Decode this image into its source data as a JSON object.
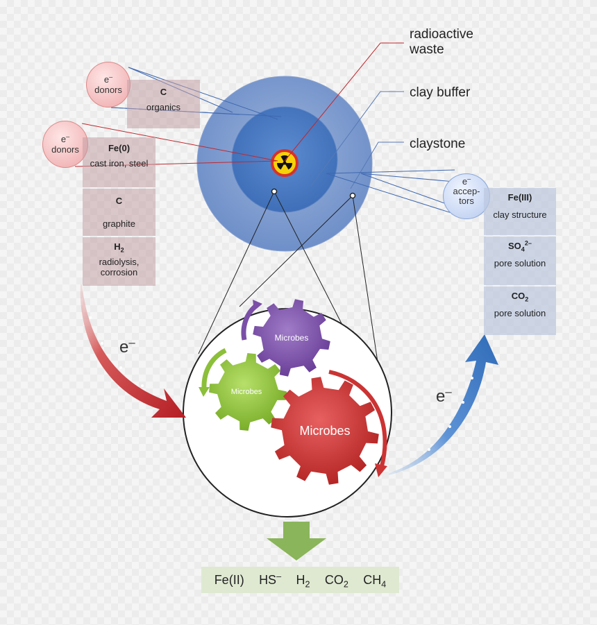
{
  "labels": {
    "radioactive_waste": [
      "radioactive",
      "waste"
    ],
    "clay_buffer": "clay buffer",
    "claystone": "claystone"
  },
  "donors_top": {
    "bubble": [
      "e",
      "–",
      "donors"
    ],
    "items": [
      {
        "head": "C",
        "sub": "organics"
      }
    ]
  },
  "donors_left": {
    "bubble": [
      "e",
      "–",
      "donors"
    ],
    "items": [
      {
        "head": "Fe(0)",
        "sub": "cast iron, steel"
      },
      {
        "head": "C",
        "sub": "graphite"
      },
      {
        "head": "H",
        "head_sub": "2",
        "sub": "radiolysis, corrosion"
      }
    ]
  },
  "acceptors": {
    "bubble": [
      "e",
      "–",
      "accep-",
      "tors"
    ],
    "items": [
      {
        "head": "Fe(III)",
        "sub": "clay structure"
      },
      {
        "head": "SO",
        "head_sub": "4",
        "head_sup": "2–",
        "sub": "pore solution"
      },
      {
        "head": "CO",
        "head_sub": "2",
        "sub": "pore solution"
      }
    ]
  },
  "gears": {
    "purple": "Microbes",
    "green": "Microbes",
    "red": "Microbes"
  },
  "electron_label": [
    "e",
    "–"
  ],
  "products": [
    {
      "base": "Fe(II)",
      "sub": "",
      "sup": ""
    },
    {
      "base": "HS",
      "sub": "",
      "sup": "–"
    },
    {
      "base": "H",
      "sub": "2",
      "sup": ""
    },
    {
      "base": "CO",
      "sub": "2",
      "sup": ""
    },
    {
      "base": "CH",
      "sub": "4",
      "sup": ""
    }
  ],
  "colors": {
    "red_arrow": "#c8262c",
    "blue_arrow": "#3f7fc8",
    "green_arrow": "#8ab55a",
    "purple_gear": "#7b4fa8",
    "green_gear": "#8cbf3a",
    "red_gear": "#cc3333",
    "radiation_yellow": "#f5d20a"
  }
}
